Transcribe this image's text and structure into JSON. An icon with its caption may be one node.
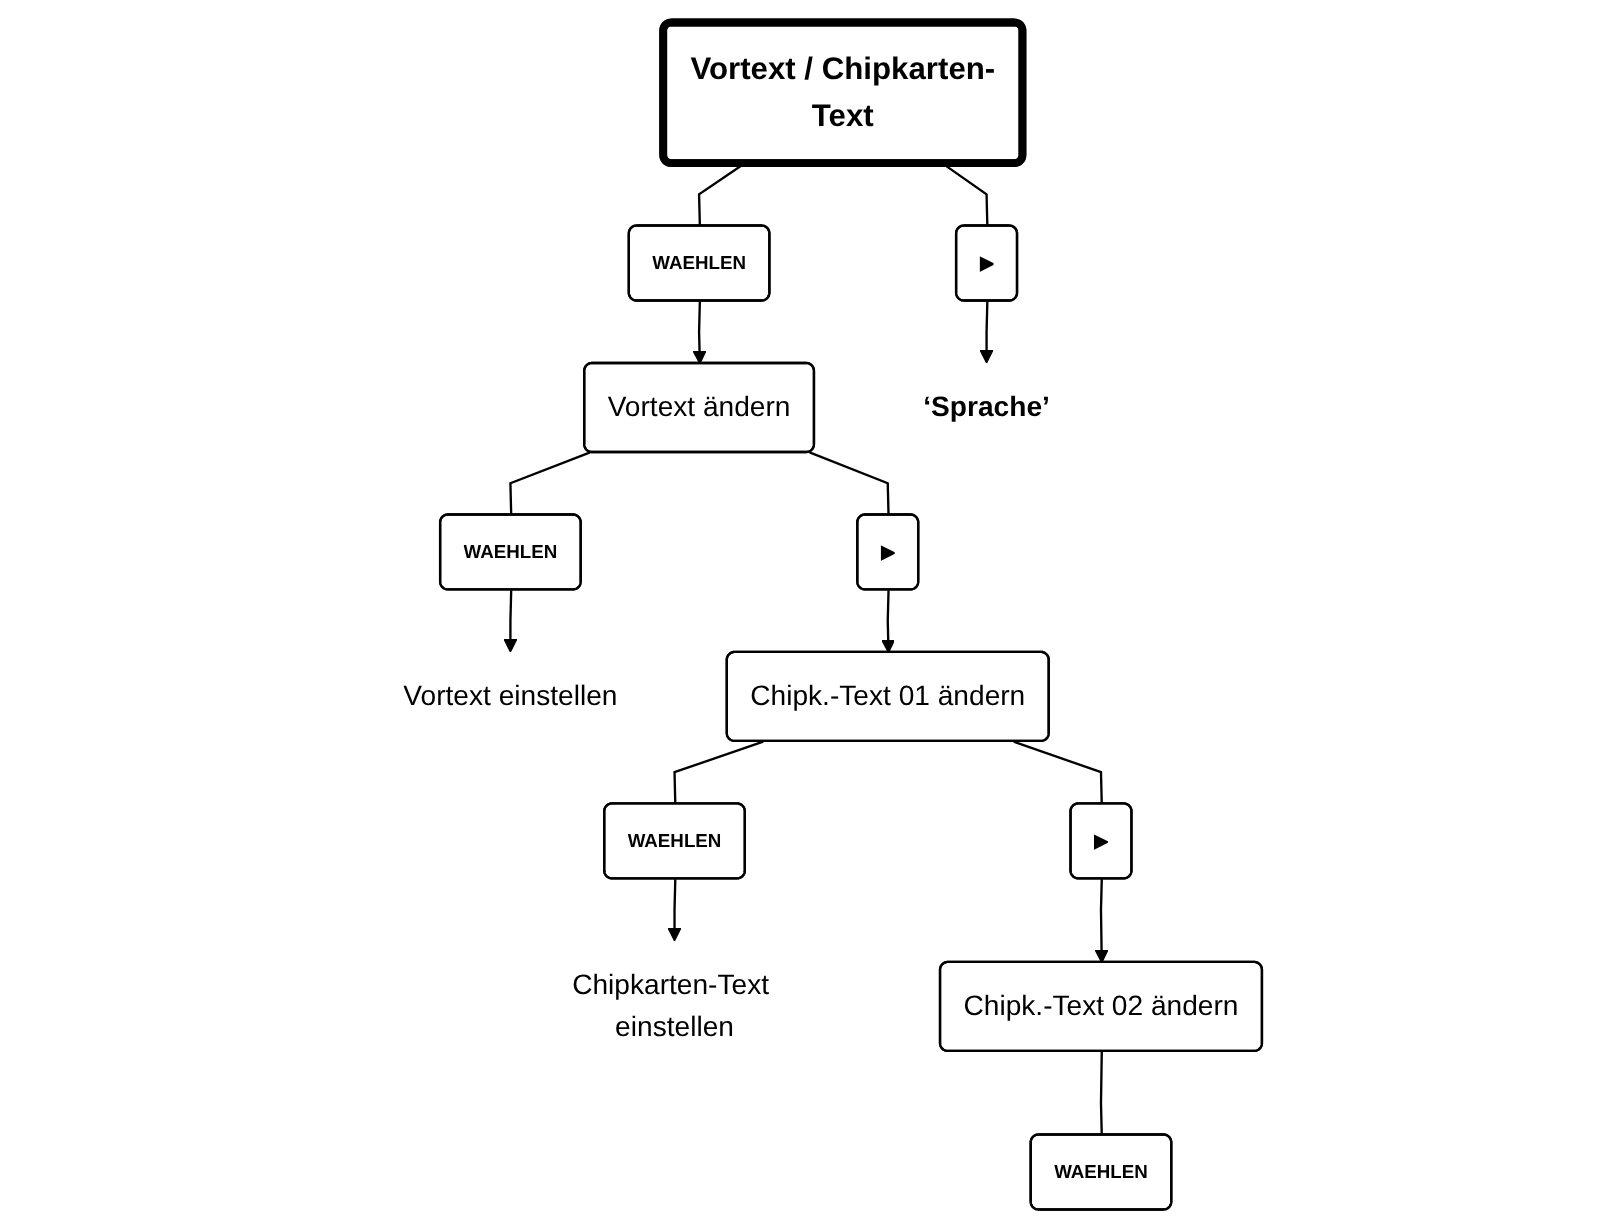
{
  "diagram": {
    "nodes": [
      {
        "text": [
          "Vortext / Chipkarten-Text"
        ]
      },
      {
        "text": [
          "WAEHLEN"
        ]
      },
      {
        "text": [
          "▶"
        ]
      },
      {
        "text": [
          "Vortext ändern"
        ]
      },
      {
        "text": [
          "WAEHLEN"
        ]
      },
      {
        "text": [
          "▶"
        ]
      },
      {
        "text": [
          "Vortext einstellen"
        ]
      },
      {
        "text": [
          "Chipk.-Text 01 ändern"
        ]
      },
      {
        "text": [
          "WAEHLEN"
        ]
      },
      {
        "text": [
          "▶"
        ]
      },
      {
        "text": [
          "Chipkarten-Text einstellen"
        ]
      },
      {
        "text": [
          "‘Sprache’"
        ]
      },
      {
        "text": [
          "Chipk.-Text 02 ändern"
        ]
      },
      {
        "text": [
          "WAEHLEN"
        ]
      }
    ],
    "edges": [
      {
        "from": 0,
        "to": 1,
        "arrow": "none"
      },
      {
        "from": 1,
        "to": 3,
        "arrow": "to"
      },
      {
        "from": 0,
        "to": 2,
        "arrow": "none"
      },
      {
        "from": 2,
        "to": 11,
        "arrow": "to"
      },
      {
        "from": 3,
        "to": 4,
        "arrow": "none"
      },
      {
        "from": 4,
        "to": 6,
        "arrow": "to"
      },
      {
        "from": 3,
        "to": 5,
        "arrow": "none"
      },
      {
        "from": 5,
        "to": 7,
        "arrow": "to"
      },
      {
        "from": 7,
        "to": 8,
        "arrow": "none"
      },
      {
        "from": 8,
        "to": 10,
        "arrow": "to"
      },
      {
        "from": 7,
        "to": 9,
        "arrow": "none"
      },
      {
        "from": 9,
        "to": 12,
        "arrow": "to"
      },
      {
        "from": 12,
        "to": 13,
        "arrow": "none"
      }
    ]
  }
}
